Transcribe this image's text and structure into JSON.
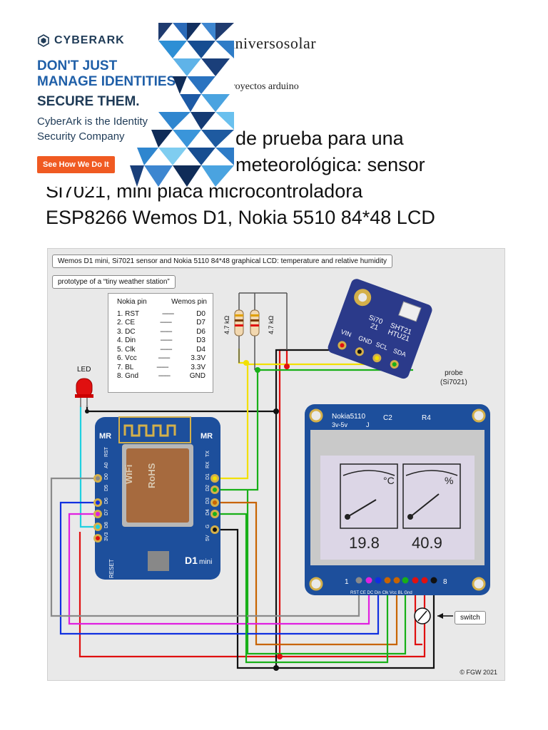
{
  "header": {
    "site_name": "universosolar",
    "site_tagline": "proyectos arduino"
  },
  "title": {
    "line1": "de prueba para una",
    "line2": "meteorológica: sensor",
    "line3": "Si7021, mini placa microcontroladora",
    "line4": "ESP8266 Wemos D1, Nokia 5510 84*48 LCD"
  },
  "ad": {
    "brand": "CYBERARK",
    "headline1": "DON'T JUST",
    "headline2": "MANAGE IDENTITIES.",
    "headline3": "SECURE THEM.",
    "subtext": "CyberArk is the Identity Security Company",
    "cta": "See How We Do It"
  },
  "diagram": {
    "caption": "Wemos D1 mini, Si7021 sensor and Nokia 5110 84*48 graphical LCD: temperature and relative humidity",
    "subcaption": "prototype of a “tiny weather station”",
    "pin_table": {
      "header_left": "Nokia pin",
      "header_right": "Wemos pin",
      "rows": [
        {
          "nokia": "1. RST",
          "wemos": "D0"
        },
        {
          "nokia": "2. CE",
          "wemos": "D7"
        },
        {
          "nokia": "3. DC",
          "wemos": "D6"
        },
        {
          "nokia": "4. Din",
          "wemos": "D3"
        },
        {
          "nokia": "5. Clk",
          "wemos": "D4"
        },
        {
          "nokia": "6. Vcc",
          "wemos": "3.3V"
        },
        {
          "nokia": "7. BL",
          "wemos": "3.3V"
        },
        {
          "nokia": "8. Gnd",
          "wemos": "GND"
        }
      ],
      "dash": "-------"
    },
    "led_label": "LED",
    "resistor_label": "4.7 kΩ",
    "probe_label_1": "probe",
    "probe_label_2": "(Si7021)",
    "switch_label": "switch",
    "copyright": "© FGW 2021",
    "sensor_pins": [
      "VIN",
      "GND",
      "SCL",
      "SDA"
    ],
    "sensor_text": [
      "Si70",
      "21",
      "SHT21",
      "HTU21"
    ],
    "wemos": {
      "brand_left": "MR",
      "brand_right": "MR",
      "module_1": "WiFi",
      "module_2": "RoHS",
      "board_name": "D1",
      "board_suffix": "mini",
      "reset": "RESET",
      "left_pins": [
        "RST",
        "A0",
        "D0",
        "D5",
        "D6",
        "D7",
        "D8",
        "3V3"
      ],
      "right_pins": [
        "TX",
        "RX",
        "D1",
        "D2",
        "D3",
        "D4",
        "G",
        "5V"
      ]
    },
    "nokia": {
      "name": "Nokia5110",
      "voltage": "3v-5v",
      "c2": "C2",
      "r4": "R4",
      "j": "J",
      "temp_value": "19.8",
      "hum_value": "40.9",
      "temp_unit": "°C",
      "hum_unit": "%",
      "pin_first": "1",
      "pin_last": "8",
      "pin_labels": "RST CE DC Din Clk Vcc BL Gnd"
    },
    "colors": {
      "red": "#e01010",
      "black": "#111111",
      "yellow": "#f2e000",
      "green": "#18b018",
      "blue": "#1030e0",
      "magenta": "#e020e0",
      "cyan": "#20d0e0",
      "orange": "#c86400",
      "grey": "#8a8a8a",
      "pcb_blue": "#1d4f9c"
    }
  }
}
